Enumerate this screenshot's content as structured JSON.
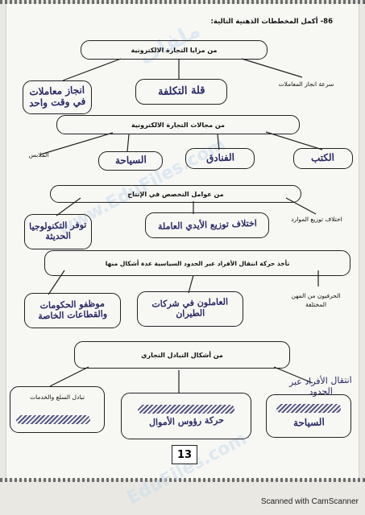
{
  "question": "86- أكمل المخططات الذهنية التالية:",
  "watermark": [
    "ملفات",
    "www.EduFiles.com",
    "EduFiles.com"
  ],
  "diagram1": {
    "title": "من مزايا التجارة الالكترونية",
    "printed_item": "سرعة انجاز المعاملات",
    "handwritten": [
      "قلة التكلفة",
      "انجاز معاملات في وقت واحد"
    ]
  },
  "diagram2": {
    "title": "من مجالات التجارة الالكترونية",
    "printed_item": "الملابس",
    "handwritten": [
      "الكتب",
      "الفنادق",
      "السياحة"
    ]
  },
  "diagram3": {
    "title": "من عوامل التخصص في الإنتاج",
    "printed_item": "اختلاف توزيع الموارد",
    "handwritten": [
      "اختلاف توزيع الأيدي العاملة",
      "توفر التكنولوجيا الحديثة"
    ]
  },
  "diagram4": {
    "title": "تأخذ حركة انتقال الأفراد عبر الحدود السياسية عدة أشكال منها",
    "printed_item": "الحرفيون من المهن المختلفة",
    "handwritten": [
      "العاملون في شركات الطيران",
      "موظفو الحكومات والقطاعات الخاصة"
    ]
  },
  "diagram5": {
    "title": "من أشكال التبادل التجاري",
    "printed_item": "تبادل السلع والخدمات",
    "handwritten": [
      "انتقال الأفراد عبر الحدود",
      "السياحة",
      "حركة رؤوس الأموال"
    ]
  },
  "page_number": "13",
  "footer": "Scanned with CamScanner"
}
